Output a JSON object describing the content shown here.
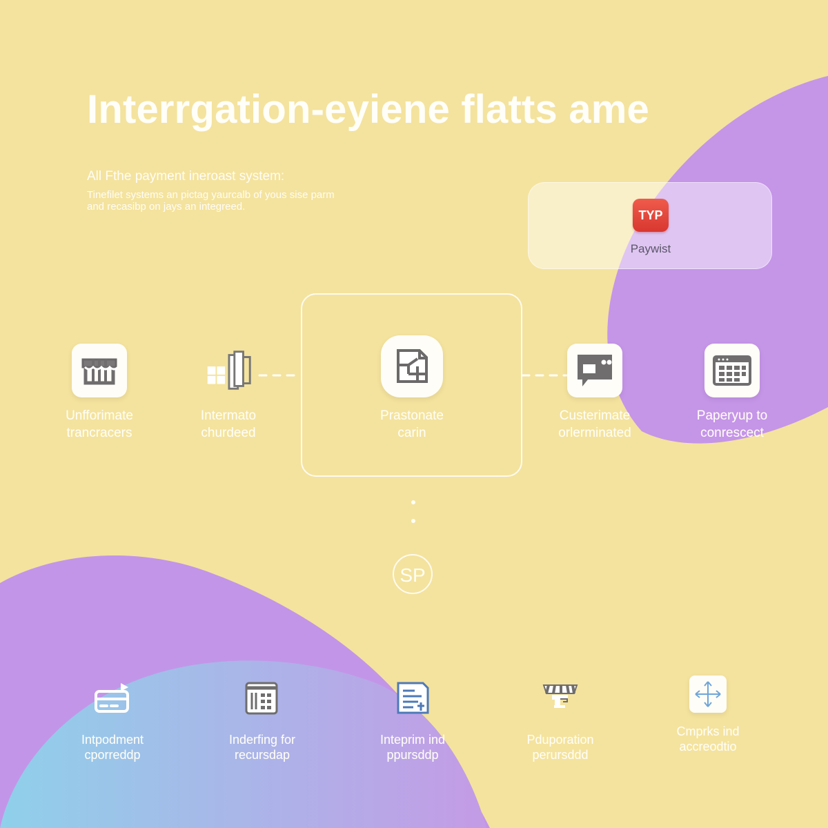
{
  "header": {
    "title": "Interrgation-eyiene flatts ame",
    "subheading": "All Fthe payment ineroast system:",
    "body": "Tinefilet systems an pictag yaurcalb of yous sise parm and recasibp on jays an integreed."
  },
  "integration_card": {
    "badge_text": "TYP",
    "label": "Paywist"
  },
  "top_row": [
    {
      "name": "unforimate",
      "icon": "storefront-icon",
      "label": "Unfforimate\ntrancracers"
    },
    {
      "name": "intermato",
      "icon": "cube-stack-icon",
      "label": "Intermato\nchurdeed"
    },
    {
      "name": "prastonate",
      "icon": "document-icon",
      "label": "Prastonate\ncarin"
    },
    {
      "name": "custerimate",
      "icon": "chat-window-icon",
      "label": "Custerimate\norlerminated"
    },
    {
      "name": "paperyup",
      "icon": "calendar-grid-icon",
      "label": "Paperyup to\nconrescect"
    }
  ],
  "sp_label": "SP",
  "bottom_row": [
    {
      "name": "intpodment",
      "icon": "card-icon",
      "label": "Intpodment\ncporreddp"
    },
    {
      "name": "inderfing",
      "icon": "building-icon",
      "label": "Inderfing for\nrecursdap"
    },
    {
      "name": "inteprim",
      "icon": "receipt-icon",
      "label": "Inteprim ind\nppursddp"
    },
    {
      "name": "pduporation",
      "icon": "store-awning-icon",
      "label": "Pduporation\nperursddd"
    },
    {
      "name": "cmprks",
      "icon": "arrows-move-icon",
      "label": "Cmprks ind\naccreodtio"
    }
  ],
  "colors": {
    "background": "#f4e39e",
    "purple": "#c394e9",
    "blue": "#8fd0ea",
    "white": "#fffdf7",
    "brand_red": "#e0443a"
  }
}
